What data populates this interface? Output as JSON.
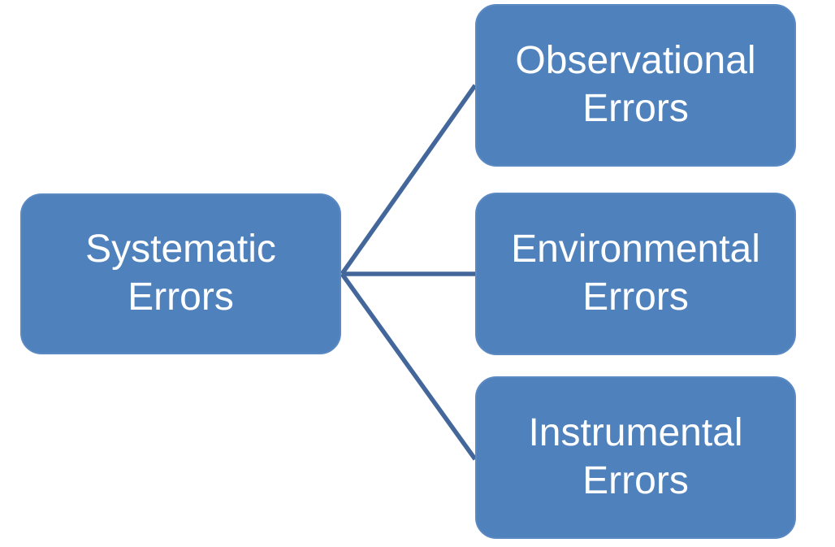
{
  "diagram": {
    "type": "hierarchy",
    "direction": "left-to-right",
    "root": {
      "label": "Systematic Errors"
    },
    "children": [
      {
        "label": "Observational Errors"
      },
      {
        "label": "Environmental Errors"
      },
      {
        "label": "Instrumental Errors"
      }
    ],
    "colors": {
      "node_fill": "#4f81bd",
      "node_edge": "#5b89c2",
      "connector": "#44679b",
      "text": "#ffffff",
      "background": "#ffffff"
    }
  }
}
